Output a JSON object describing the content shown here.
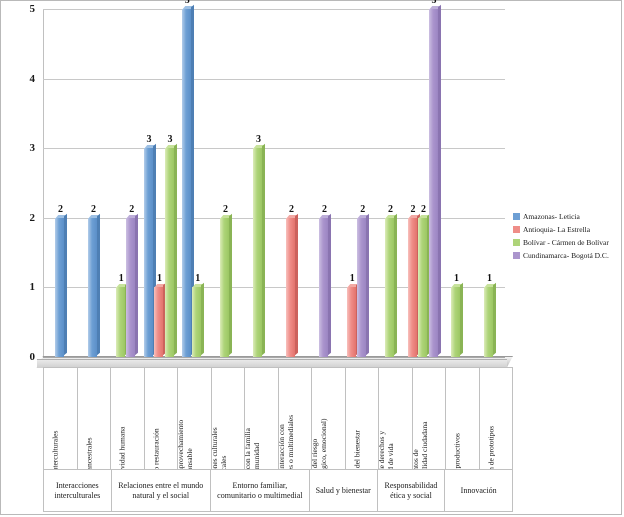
{
  "chart_data": {
    "type": "bar",
    "title": "",
    "xlabel": "",
    "ylabel": "",
    "ylim": [
      0,
      5
    ],
    "yticks": [
      "0",
      "1",
      "2",
      "3",
      "4",
      "5"
    ],
    "grid": true,
    "legend_position": "right",
    "categories": [
      "Diálogos interculturales",
      "Saberes ancestrales",
      "Impacto actividad humana",
      "Protección o restauración",
      "Exploración/ aprovechamiento responsable",
      "Construcciones culturales locales",
      "Relaciones con la familia y la comunidad",
      "Fomento de interacción con recursos digitales o multimediales",
      "Gestión del riesgo (físico, psicológico, emocional)",
      "Promoción del bienestar",
      "Ejercicio de derechos y calidad de vida",
      "Asuntos de corresponsabilidad ciudadana",
      "Proyectos productivos",
      "Construcción de prototipos"
    ],
    "series": [
      {
        "name": "Amazonas- Leticia",
        "color": "#6d9fd4",
        "values": [
          2,
          2,
          0,
          3,
          5,
          0,
          0,
          0,
          0,
          0,
          0,
          0,
          0,
          0
        ]
      },
      {
        "name": "Antioquia- La Estrella",
        "color": "#ef8d88",
        "values": [
          0,
          0,
          0,
          1,
          0,
          0,
          0,
          2,
          0,
          1,
          0,
          2,
          0,
          0
        ]
      },
      {
        "name": "Bolívar - Cármen de Bolívar",
        "color": "#aed479",
        "values": [
          0,
          0,
          1,
          3,
          1,
          2,
          3,
          0,
          0,
          0,
          2,
          2,
          1,
          1
        ]
      },
      {
        "name": "Cundinamarca- Bogotá D.C.",
        "color": "#ab95cd",
        "values": [
          0,
          0,
          2,
          0,
          0,
          0,
          0,
          0,
          2,
          2,
          0,
          5,
          0,
          0
        ]
      }
    ],
    "groups": [
      {
        "label": "Interacciones interculturales",
        "span": 2
      },
      {
        "label": "Relaciones entre el mundo natural y el social",
        "span": 3
      },
      {
        "label": "Entorno familiar, comunitario o multimedial",
        "span": 3
      },
      {
        "label": "Salud y bienestar",
        "span": 2
      },
      {
        "label": "Responsabilidad ética y social",
        "span": 2
      },
      {
        "label": "Innovación",
        "span": 2
      }
    ]
  }
}
